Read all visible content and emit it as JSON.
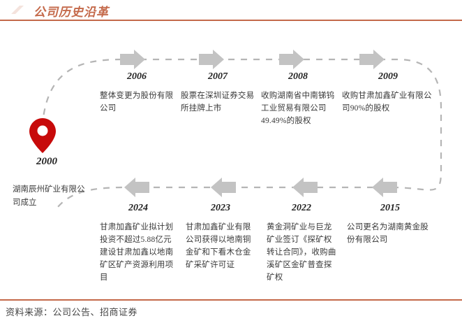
{
  "header": {
    "title": "公司历史沿革"
  },
  "footer": {
    "source": "资料来源：公司公告、招商证券"
  },
  "colors": {
    "accent": "#c4694a",
    "pin": "#c70a0a",
    "arrow": "#c3c3c3",
    "dash": "#b5b5b5",
    "text": "#3a3a3a"
  },
  "origin": {
    "year": "2000",
    "desc": "湖南辰州矿业有限公司成立",
    "icon": "map-pin-icon"
  },
  "milestones_top": [
    {
      "year": "2006",
      "desc": "整体变更为股份有限公司"
    },
    {
      "year": "2007",
      "desc": "股票在深圳证券交易所挂牌上市"
    },
    {
      "year": "2008",
      "desc": "收购湖南省中南锑钨工业贸易有限公司49.49%的股权"
    },
    {
      "year": "2009",
      "desc": "收购甘肃加鑫矿业有限公司90%的股权"
    }
  ],
  "milestones_bottom": [
    {
      "year": "2024",
      "desc": "甘肃加鑫矿业拟计划投资不超过5.88亿元建设甘肃加鑫以地南矿区矿产资源利用项目"
    },
    {
      "year": "2023",
      "desc": "甘肃加鑫矿业有限公司获得以地南铜金矿和下看木仓金矿采矿许可证"
    },
    {
      "year": "2022",
      "desc": "黄金洞矿业与巨龙矿业签订《探矿权转让合同》，收购曲溪矿区金矿普查探矿权"
    },
    {
      "year": "2015",
      "desc": "公司更名为湖南黄金股份有限公司"
    }
  ]
}
